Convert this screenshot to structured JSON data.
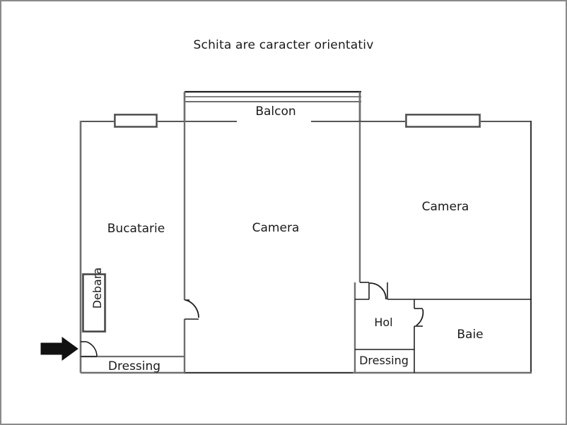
{
  "plan": {
    "title": "Schita are caracter orientativ",
    "rooms": [
      {
        "key": "bucatarie",
        "label": "Bucatarie"
      },
      {
        "key": "camera_mid",
        "label": "Camera"
      },
      {
        "key": "camera_right",
        "label": "Camera"
      },
      {
        "key": "balcon",
        "label": "Balcon"
      },
      {
        "key": "hol",
        "label": "Hol"
      },
      {
        "key": "baie",
        "label": "Baie"
      },
      {
        "key": "dressing_left",
        "label": "Dressing"
      },
      {
        "key": "dressing_right",
        "label": "Dressing"
      },
      {
        "key": "debara",
        "label": "Debara"
      }
    ],
    "labels": {
      "bucatarie": "Bucatarie",
      "camera_mid": "Camera",
      "camera_right": "Camera",
      "balcon": "Balcon",
      "hol": "Hol",
      "baie": "Baie",
      "dressing_left": "Dressing",
      "dressing_right": "Dressing",
      "debara": "Debara"
    },
    "colors": {
      "wall": "#3c3c3c",
      "wall_light": "#7a7a7a",
      "text": "#1a1a1a",
      "background": "#ffffff",
      "border": "#8a8a8a",
      "arrow": "#111111"
    },
    "features": {
      "entrance_arrow": "entrance-direction-arrow",
      "windows": 3,
      "doors": 4,
      "balcony_railing_lines": 3
    }
  }
}
